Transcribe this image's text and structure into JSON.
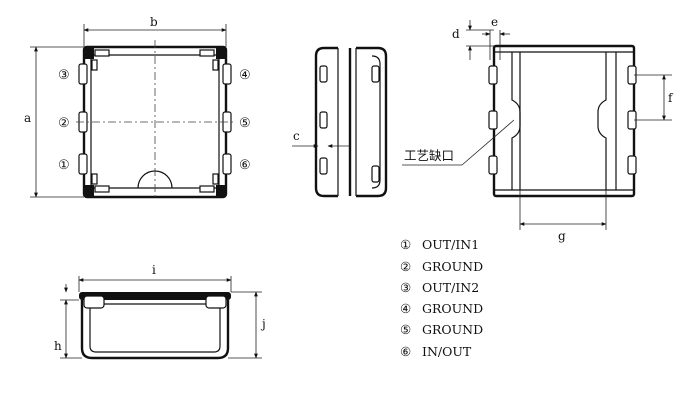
{
  "dimensions": {
    "a": "a",
    "b": "b",
    "c": "c",
    "d": "d",
    "e": "e",
    "f": "f",
    "g": "g",
    "h": "h",
    "i": "i",
    "j": "j"
  },
  "pins": {
    "p1": "①",
    "p2": "②",
    "p3": "③",
    "p4": "④",
    "p5": "⑤",
    "p6": "⑥"
  },
  "process_notch_label": "工艺缺口",
  "legend": [
    {
      "num": "①",
      "text": "OUT/IN1"
    },
    {
      "num": "②",
      "text": "GROUND"
    },
    {
      "num": "③",
      "text": "OUT/IN2"
    },
    {
      "num": "④",
      "text": "GROUND"
    },
    {
      "num": "⑤",
      "text": "GROUND"
    },
    {
      "num": "⑥",
      "text": "IN/OUT"
    }
  ]
}
